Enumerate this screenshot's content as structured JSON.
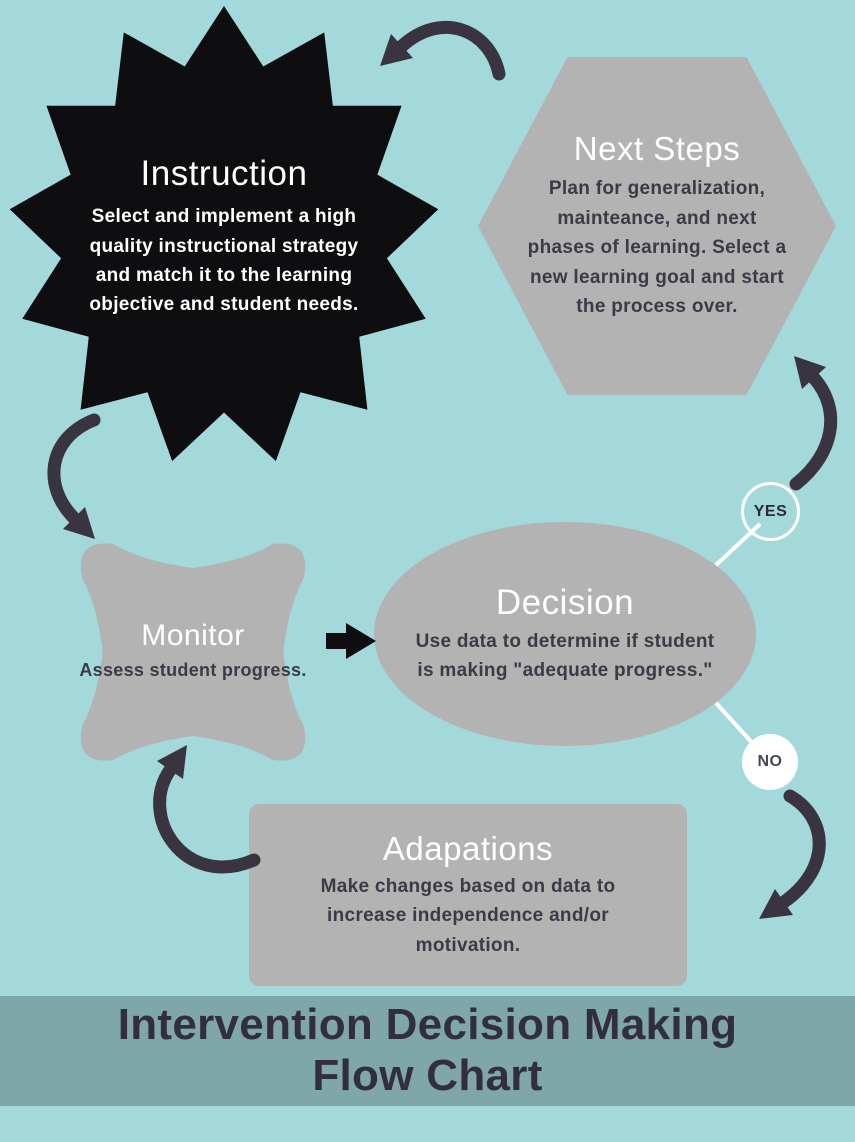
{
  "page": {
    "bg_color": "#a3d9db",
    "band_color": "#7fa6a8"
  },
  "colors": {
    "star_black": "#0e0d10",
    "shape_gray": "#b3b3b3",
    "arrow_dark": "#3a3440",
    "title_text": "#ffffff",
    "body_text": "#3e3947",
    "footer_text": "#332e3e"
  },
  "nodes": {
    "instruction": {
      "title": "Instruction",
      "body": "Select and implement a high quality instructional strategy and match it to the learning objective and student needs."
    },
    "next_steps": {
      "title": "Next Steps",
      "body": "Plan for generalization, mainteance, and next phases of learning. Select a new learning goal and start the process over."
    },
    "monitor": {
      "title": "Monitor",
      "body": "Assess student progress."
    },
    "decision": {
      "title": "Decision",
      "body": "Use data to determine if student is making \"adequate progress.\""
    },
    "adaptations": {
      "title": "Adapations",
      "body": "Make changes based on data to increase independence and/or motivation."
    }
  },
  "labels": {
    "yes": "YES",
    "no": "NO"
  },
  "footer": {
    "line1": "Intervention Decision Making",
    "line2": "Flow Chart"
  }
}
